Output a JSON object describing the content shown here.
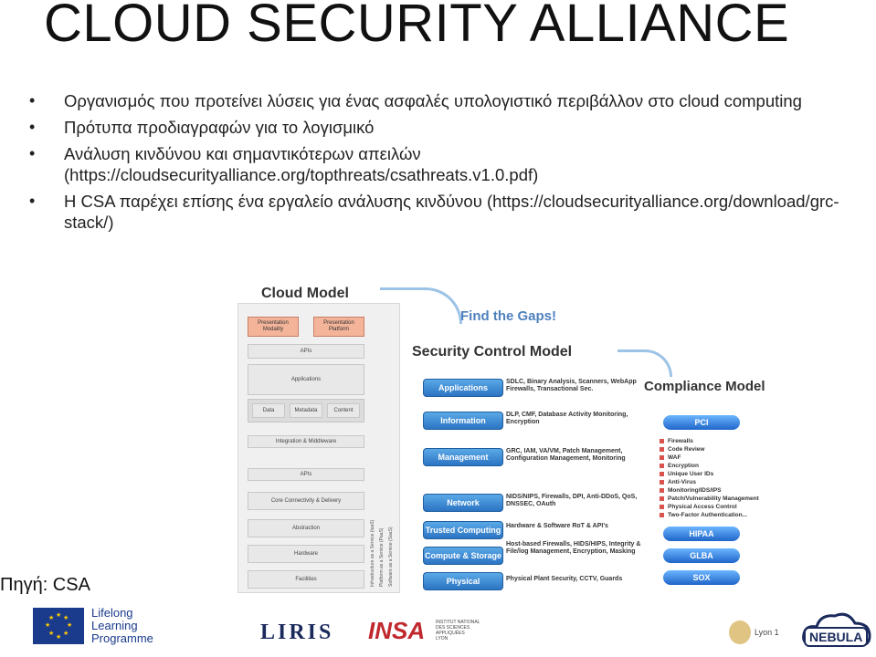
{
  "slide": {
    "title": "CLOUD SECURITY ALLIANCE",
    "bullets": [
      "Οργανισμός που προτείνει λύσεις για ένας ασφαλές υπολογιστικό περιβάλλον στο cloud computing",
      "Πρότυπα προδιαγραφών για το λογισμικό",
      "Ανάλυση κινδύνου και σημαντικότερων απειλών (https://cloudsecurityalliance.org/topthreats/csathreats.v1.0.pdf)",
      "Η CSA παρέχει επίσης ένα εργαλείο ανάλυσης κινδύνου (https://cloudsecurityalliance.org/download/grc-stack/)"
    ],
    "source": "Πηγή: CSA"
  },
  "diagram": {
    "cloud_model": {
      "title": "Cloud Model",
      "boxes": {
        "presentation_modality": "Presentation Modality",
        "presentation_platform": "Presentation Platform",
        "apis": "APIs",
        "applications": "Applications",
        "data": "Data",
        "metadata": "Metadata",
        "content": "Content",
        "integration": "Integration & Middleware",
        "apis2": "APIs",
        "core": "Core Connectivity & Delivery",
        "abstraction": "Abstraction",
        "hardware": "Hardware",
        "facilities": "Facilities"
      },
      "side_labels": [
        "Infrastructure as a Service (IaaS)",
        "Platform as a Service (PaaS)",
        "Software as a Service (SaaS)"
      ]
    },
    "find_gaps": "Find the Gaps!",
    "security_control_model": {
      "title": "Security Control Model",
      "rows": [
        {
          "label": "Applications",
          "desc": "SDLC, Binary Analysis, Scanners, WebApp Firewalls, Transactional Sec."
        },
        {
          "label": "Information",
          "desc": "DLP, CMF, Database Activity Monitoring, Encryption"
        },
        {
          "label": "Management",
          "desc": "GRC, IAM, VA/VM, Patch Management, Configuration Management, Monitoring"
        },
        {
          "label": "Network",
          "desc": "NIDS/NIPS, Firewalls, DPI, Anti-DDoS, QoS, DNSSEC, OAuth"
        },
        {
          "label": "Trusted Computing",
          "desc": "Hardware & Software RoT & API's"
        },
        {
          "label": "Compute & Storage",
          "desc": "Host-based Firewalls, HIDS/HIPS, Integrity & File/log Management, Encryption, Masking"
        },
        {
          "label": "Physical",
          "desc": "Physical Plant Security, CCTV, Guards"
        }
      ]
    },
    "compliance_model": {
      "title": "Compliance Model",
      "pills": [
        "PCI",
        "HIPAA",
        "GLBA",
        "SOX"
      ],
      "pci_items": [
        "Firewalls",
        "Code Review",
        "WAF",
        "Encryption",
        "Unique User IDs",
        "Anti-Virus",
        "Monitoring/IDS/IPS",
        "Patch/Vulnerability Management",
        "Physical Access Control",
        "Two-Factor Authentication..."
      ]
    }
  },
  "footer": {
    "llp": [
      "Lifelong",
      "Learning",
      "Programme"
    ],
    "liris": "LIRIS",
    "insa": "INSA",
    "insa_sub": [
      "INSTITUT NATIONAL",
      "DES SCIENCES",
      "APPLIQUÉES",
      "LYON"
    ],
    "lyon": "Lyon 1",
    "nebula": "NEBULA"
  },
  "colors": {
    "accent_blue": "#2b74c4",
    "gaps_blue": "#4f81bd",
    "insa_red": "#c0282d",
    "navy": "#1a2a5c"
  }
}
